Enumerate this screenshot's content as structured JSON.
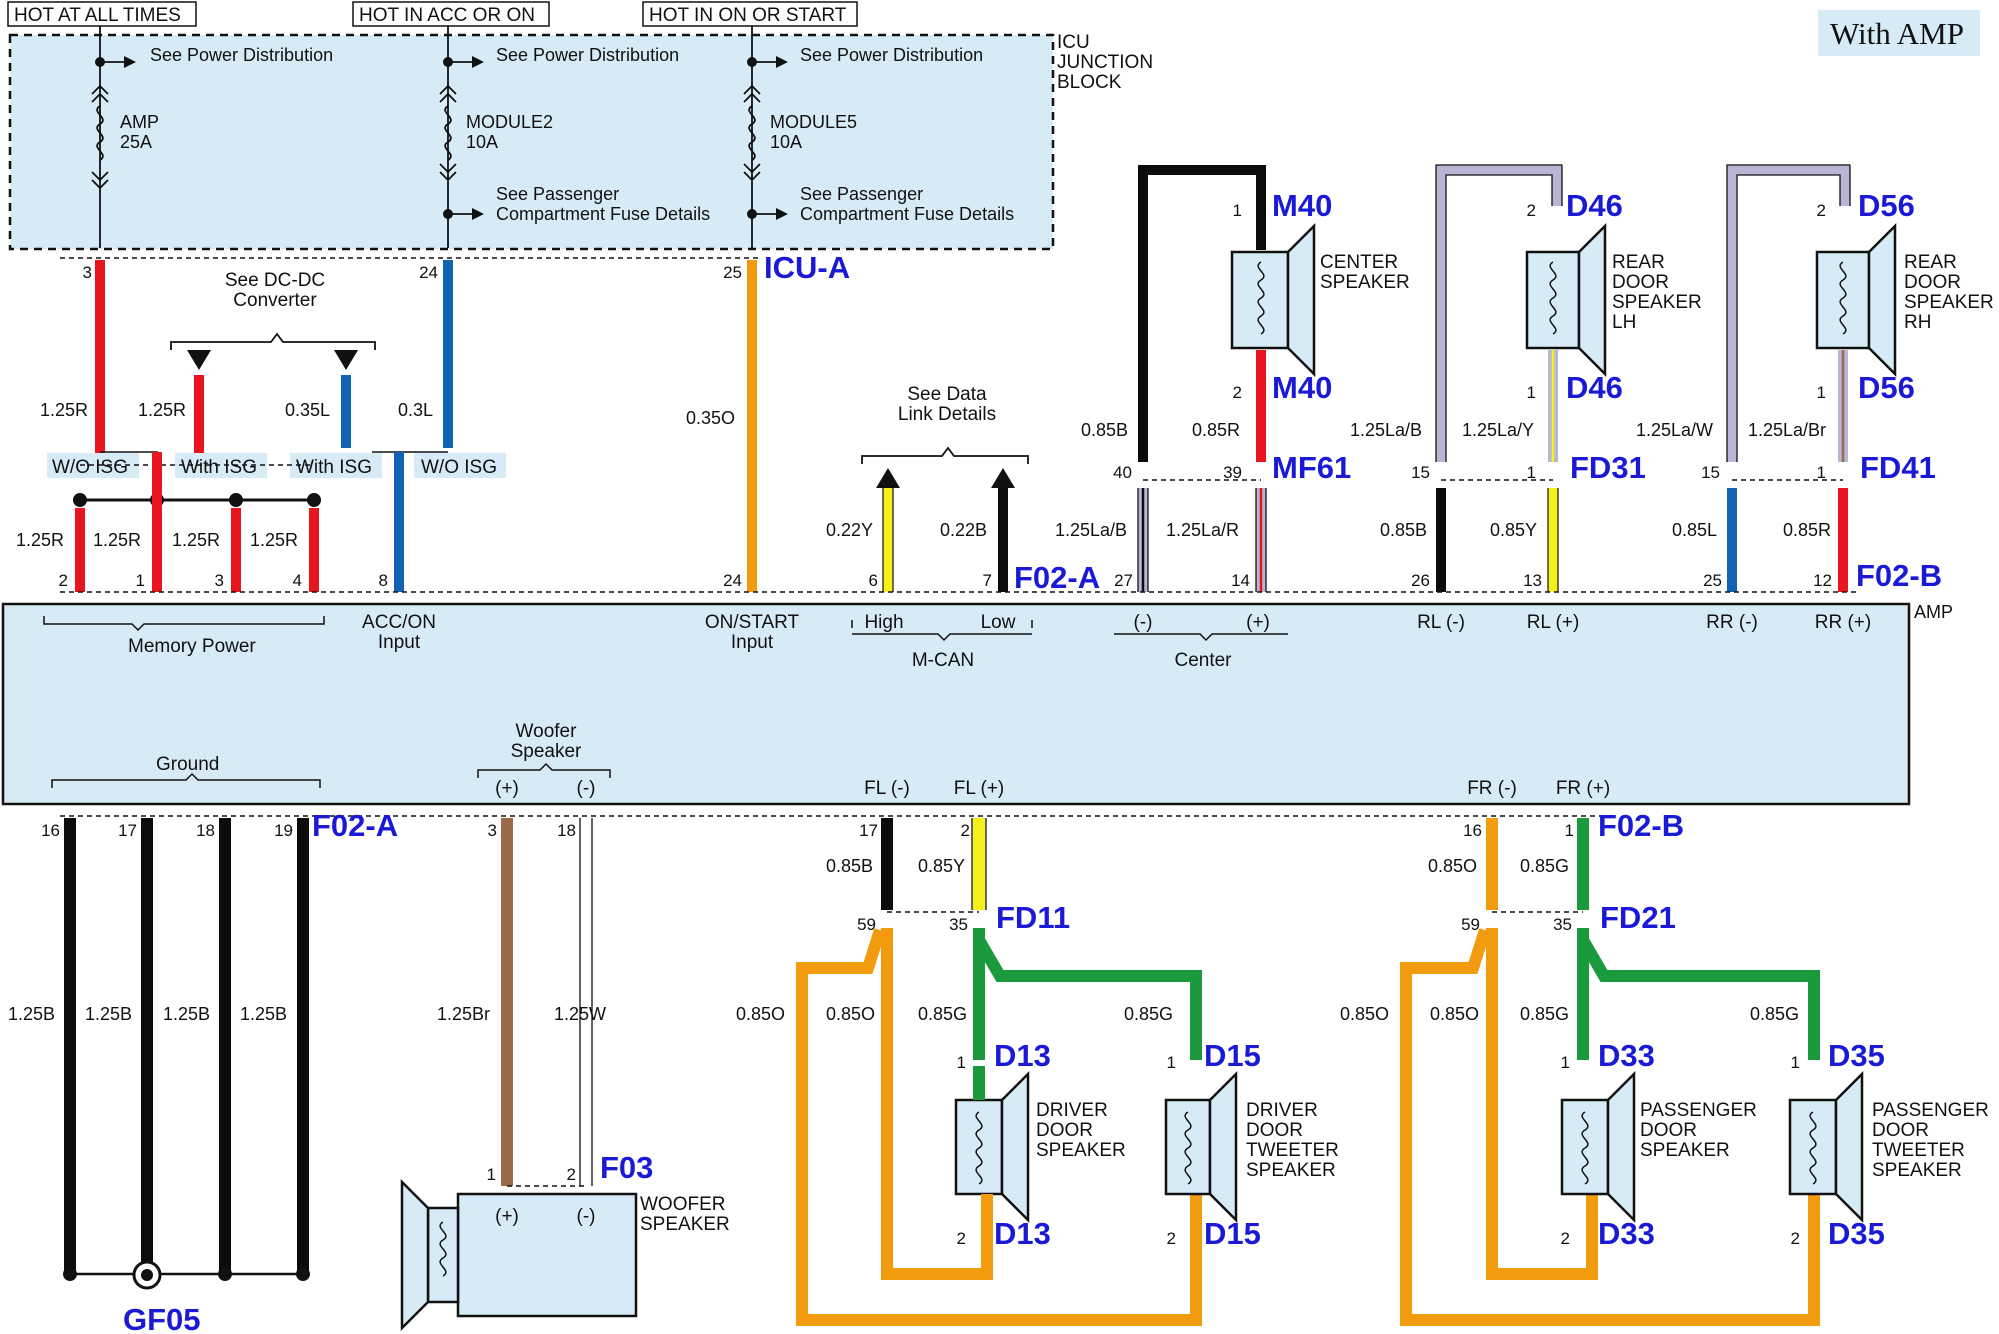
{
  "badge": "With AMP",
  "hot_labels": [
    "HOT AT ALL TIMES",
    "HOT IN ACC OR ON",
    "HOT IN ON OR START"
  ],
  "junction_block": [
    "ICU",
    "JUNCTION",
    "BLOCK"
  ],
  "fuses": [
    {
      "name": "AMP",
      "rating": "25A",
      "see": "See Power Distribution"
    },
    {
      "name": "MODULE2",
      "rating": "10A",
      "see": "See Power Distribution",
      "detail": [
        "See Passenger",
        "Compartment Fuse Details"
      ]
    },
    {
      "name": "MODULE5",
      "rating": "10A",
      "see": "See Power Distribution",
      "detail": [
        "See Passenger",
        "Compartment Fuse Details"
      ]
    }
  ],
  "notes": {
    "dcdc": [
      "See DC-DC",
      "Converter"
    ],
    "data_link": [
      "See Data",
      "Link Details"
    ]
  },
  "isg_labels": [
    "W/O ISG",
    "With ISG",
    "With ISG",
    "W/O ISG"
  ],
  "connectors": {
    "icu_a": "ICU-A",
    "f02_a": "F02-A",
    "f02_b": "F02-B",
    "m40": "M40",
    "mf61": "MF61",
    "d46": "D46",
    "fd31": "FD31",
    "d56": "D56",
    "fd41": "FD41",
    "fd11": "FD11",
    "fd21": "FD21",
    "d13": "D13",
    "d15": "D15",
    "d33": "D33",
    "d35": "D35",
    "f03": "F03",
    "gf05": "GF05"
  },
  "pins": {
    "icu_3": "3",
    "icu_24": "24",
    "icu_25": "25",
    "amp_top": [
      "2",
      "1",
      "3",
      "4",
      "8",
      "24",
      "6",
      "7",
      "27",
      "14",
      "26",
      "13",
      "25",
      "12"
    ],
    "m40_1": "1",
    "m40_2": "2",
    "mf61_40": "40",
    "mf61_39": "39",
    "d46_2": "2",
    "d46_1": "1",
    "fd31_15": "15",
    "fd31_1": "1",
    "d56_2": "2",
    "d56_1": "1",
    "fd41_15": "15",
    "fd41_1": "1",
    "amp_bottom": [
      "16",
      "17",
      "18",
      "19",
      "3",
      "18",
      "17",
      "2",
      "16",
      "1"
    ],
    "fd11_59": "59",
    "fd11_35": "35",
    "fd21_59": "59",
    "fd21_35": "35",
    "d13_1": "1",
    "d13_2": "2",
    "d15_1": "1",
    "d15_2": "2",
    "d33_1": "1",
    "d33_2": "2",
    "d35_1": "1",
    "d35_2": "2",
    "f03_1": "1",
    "f03_2": "2"
  },
  "wires": {
    "w_3": "1.25R",
    "w_isg1": "1.25R",
    "w_isg2": "0.35L",
    "w_24": "0.3L",
    "w_25": "0.35O",
    "w_mem": [
      "1.25R",
      "1.25R",
      "1.25R",
      "1.25R"
    ],
    "w_can_h": "0.22Y",
    "w_can_l": "0.22B",
    "w_m40_b": "0.85B",
    "w_m40_r": "0.85R",
    "w_c_minus": "1.25La/B",
    "w_c_plus": "1.25La/R",
    "w_d46_a": "1.25La/B",
    "w_d46_b": "1.25La/Y",
    "w_rl_minus": "0.85B",
    "w_rl_plus": "0.85Y",
    "w_d56_a": "1.25La/W",
    "w_d56_b": "1.25La/Br",
    "w_rr_minus": "0.85L",
    "w_rr_plus": "0.85R",
    "w_gnd": [
      "1.25B",
      "1.25B",
      "1.25B",
      "1.25B"
    ],
    "w_woof_p": "1.25Br",
    "w_woof_m": "1.25W",
    "w_fl_minus": "0.85B",
    "w_fl_plus": "0.85Y",
    "w_fr_minus": "0.85O",
    "w_fr_plus": "0.85G",
    "w_lo_left": [
      "0.85O",
      "0.85O",
      "0.85G",
      "0.85G"
    ],
    "w_lo_right": [
      "0.85O",
      "0.85O",
      "0.85G",
      "0.85G"
    ]
  },
  "amp": {
    "name": "AMP",
    "top_groups": [
      "Memory Power",
      "ACC/ON",
      "Input",
      "ON/START",
      "Input",
      "High",
      "Low",
      "M-CAN",
      "(-)",
      "(+)",
      "Center",
      "RL (-)",
      "RL (+)",
      "RR (-)",
      "RR (+)"
    ],
    "bottom_groups": [
      "Ground",
      "Woofer",
      "Speaker",
      "(+)",
      "(-)",
      "FL (-)",
      "FL (+)",
      "FR (-)",
      "FR (+)"
    ]
  },
  "speakers": {
    "center": [
      "CENTER",
      "SPEAKER"
    ],
    "rear_lh": [
      "REAR",
      "DOOR",
      "SPEAKER",
      "LH"
    ],
    "rear_rh": [
      "REAR",
      "DOOR",
      "SPEAKER",
      "RH"
    ],
    "drv_door": [
      "DRIVER",
      "DOOR",
      "SPEAKER"
    ],
    "drv_tweet": [
      "DRIVER",
      "DOOR",
      "TWEETER",
      "SPEAKER"
    ],
    "pas_door": [
      "PASSENGER",
      "DOOR",
      "SPEAKER"
    ],
    "pas_tweet": [
      "PASSENGER",
      "DOOR",
      "TWEETER",
      "SPEAKER"
    ],
    "woofer": [
      "WOOFER",
      "SPEAKER"
    ],
    "woofer_pins": [
      "(+)",
      "(-)"
    ]
  },
  "colors": {
    "red": "#e8141e",
    "blue": "#1462b4",
    "orange": "#f29b0f",
    "yellow": "#f5f019",
    "black": "#0c0c0c",
    "green": "#1a9a3c",
    "brown": "#9b6a4b",
    "lavender": "#b8b6d4",
    "connector": "#1a1ad6",
    "fill": "#d7ebf7"
  }
}
